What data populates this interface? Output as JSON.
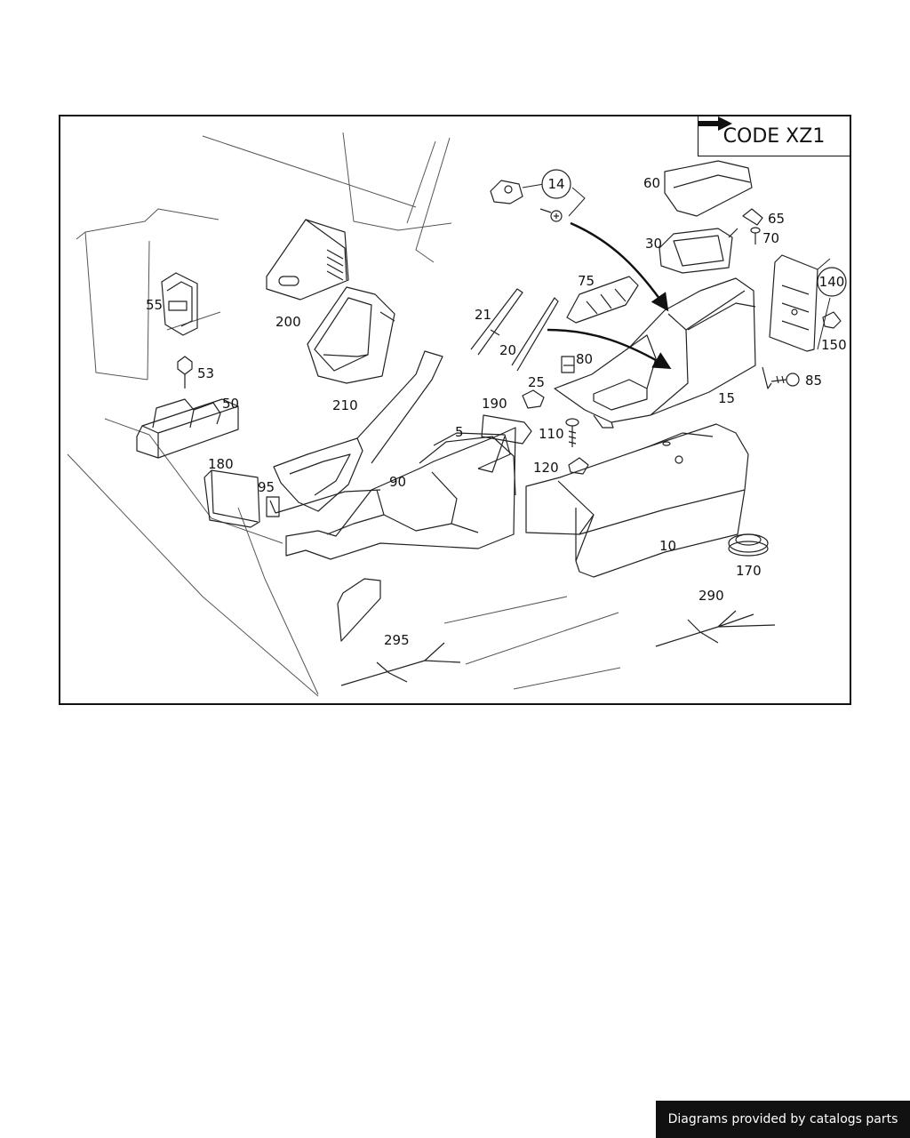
{
  "header": {
    "code_label": "CODE XZ1",
    "arrow_icon": "right-arrow-icon"
  },
  "footer": {
    "credit": "Diagrams provided by catalogs parts"
  },
  "callouts": {
    "p5": "5",
    "p10": "10",
    "p14": "14",
    "p15": "15",
    "p20": "20",
    "p21": "21",
    "p25": "25",
    "p30": "30",
    "p50": "50",
    "p53": "53",
    "p55": "55",
    "p60": "60",
    "p65": "65",
    "p70": "70",
    "p75": "75",
    "p80": "80",
    "p85": "85",
    "p90": "90",
    "p95": "95",
    "p110": "110",
    "p120": "120",
    "p140": "140",
    "p150": "150",
    "p170": "170",
    "p180": "180",
    "p190": "190",
    "p200": "200",
    "p210": "210",
    "p290": "290",
    "p295": "295"
  },
  "colors": {
    "line": "#111111",
    "background": "#ffffff",
    "badge": "#111111"
  }
}
